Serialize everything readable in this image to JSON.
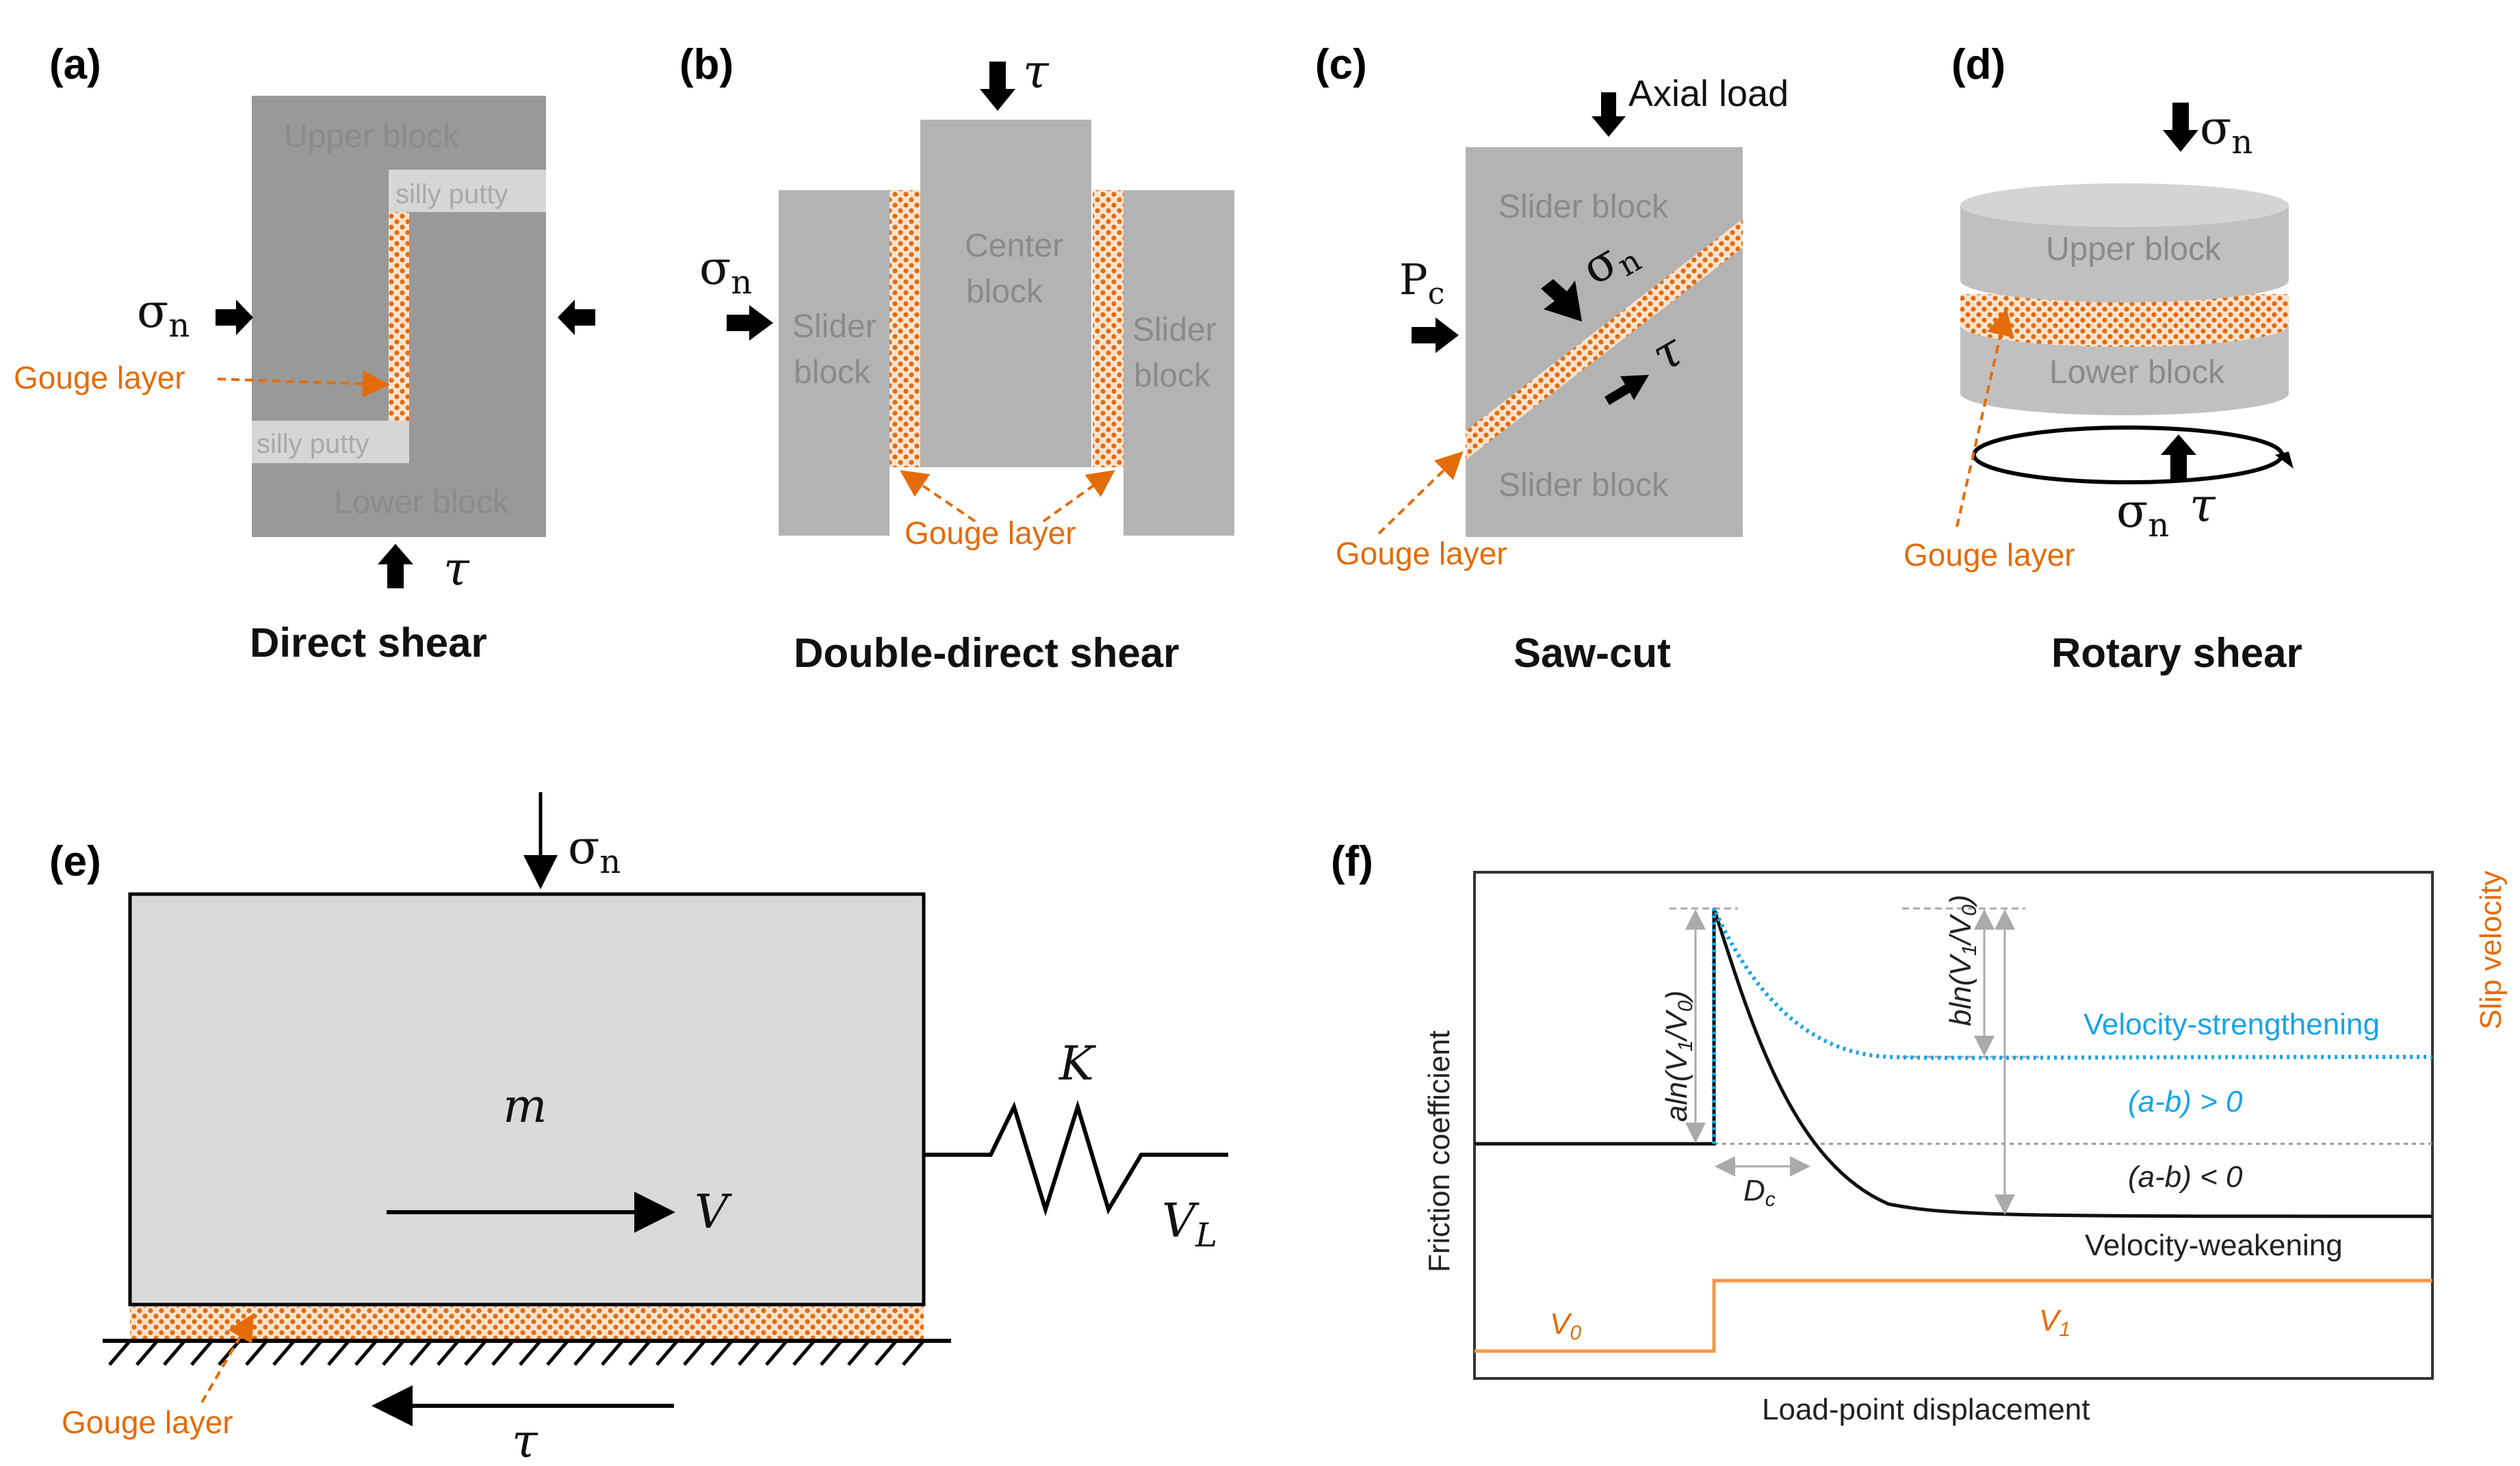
{
  "colors": {
    "gouge": "#e36c09",
    "block_dark": "#999999",
    "block_light": "#b3b3b3",
    "block_e": "#d9d9d9",
    "vel_strength": "#1aa3e8",
    "slip_velocity": "#f79646"
  },
  "panels": {
    "a": {
      "label": "(a)",
      "upper": "Upper block",
      "lower": "Lower block",
      "putty_top": "silly putty",
      "putty_bottom": "silly putty",
      "gouge": "Gouge layer",
      "sigma": "σ",
      "sigma_sub": "n",
      "tau": "τ",
      "caption": "Direct shear"
    },
    "b": {
      "label": "(b)",
      "center1": "Center",
      "center2": "block",
      "slider1": "Slider",
      "slider2": "block",
      "gouge": "Gouge layer",
      "sigma": "σ",
      "sigma_sub": "n",
      "tau": "τ",
      "caption": "Double-direct shear"
    },
    "c": {
      "label": "(c)",
      "axial": "Axial load",
      "slider_top": "Slider block",
      "slider_bottom": "Slider block",
      "pc": "P",
      "pc_sub": "c",
      "sigma": "σ",
      "sigma_sub": "n",
      "tau": "τ",
      "gouge": "Gouge layer",
      "caption": "Saw-cut"
    },
    "d": {
      "label": "(d)",
      "upper": "Upper block",
      "lower": "Lower block",
      "gouge": "Gouge layer",
      "sigma": "σ",
      "sigma_sub": "n",
      "tau": "τ",
      "caption": "Rotary shear"
    },
    "e": {
      "label": "(e)",
      "sigma": "σ",
      "sigma_sub": "n",
      "mass": "m",
      "velocity": "V",
      "spring": "K",
      "vl": "V",
      "vl_sub": "L",
      "gouge": "Gouge layer",
      "tau": "τ"
    },
    "f": {
      "label": "(f)",
      "ylabel": "Friction coefficient",
      "ylabel_right": "Slip velocity",
      "xlabel": "Load-point displacement",
      "vel_strengthening": "Velocity-strengthening",
      "vel_weakening": "Velocity-weakening",
      "ab_pos": "(a-b) > 0",
      "ab_neg": "(a-b) < 0",
      "a_term": "aln(V",
      "b_term": "bln(V",
      "dc": "D",
      "dc_sub": "c",
      "v0": "V",
      "v0_sub": "0",
      "v1": "V",
      "v1_sub": "1"
    }
  }
}
